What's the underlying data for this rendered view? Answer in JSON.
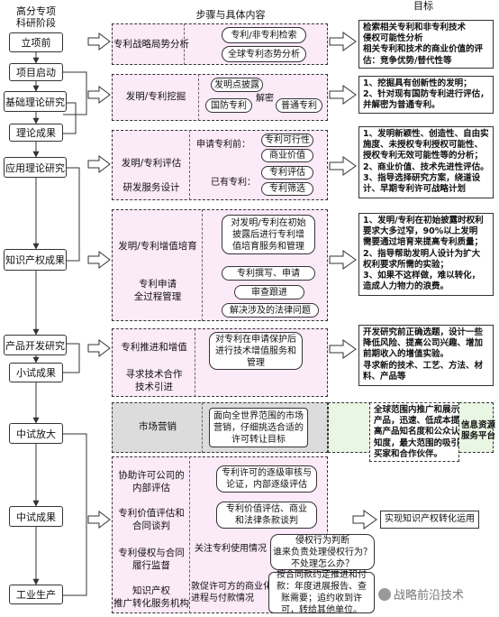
{
  "headers": {
    "stage": [
      "高分专项",
      "科研阶段"
    ],
    "steps": "步骤与具体内容",
    "goal": "目标"
  },
  "stages": [
    "立项前",
    "项目启动",
    "基础理论研究",
    "理论成果",
    "应用理论研究",
    "知识产权成果",
    "产品开发研究",
    "小试成果",
    "中试放大",
    "中试成果",
    "工业生产"
  ],
  "band1": {
    "title": "专利战略局势分析",
    "items": [
      "专利/非专利检索",
      "全球专利态势分析"
    ]
  },
  "band2": {
    "title": "发明/专利挖掘",
    "items": [
      "发明点披露",
      "国防专利",
      "解密",
      "普通专利"
    ]
  },
  "band3": {
    "titles": [
      "发明/专利评估",
      "研发服务设计"
    ],
    "apply_before": "申请专利前：",
    "before_items": [
      "专利可行性",
      "商业价值"
    ],
    "apply_after": "已有专利：",
    "after_items": [
      "专利评估",
      "专利筛选"
    ]
  },
  "band4": {
    "titles": [
      "发明/专利增值培育",
      "专利申请",
      "全过程管理"
    ],
    "item1": [
      "对发明/专利在初始",
      "披露后进行专利增",
      "值培育服务和管理"
    ],
    "items": [
      "专利撰写、申请",
      "审查跟进",
      "解决涉及的法律问题"
    ]
  },
  "band5": {
    "titles": [
      "专利推进和增值",
      "寻求技术合作",
      "技术引进"
    ],
    "item": [
      "对专利在申请保护后",
      "进行技术增值服务和",
      "管理"
    ]
  },
  "band6": {
    "title": "市场营销",
    "item": [
      "面向全世界范围的市场",
      "营销，仔细挑选合适的",
      "许可转让目标"
    ]
  },
  "band7": {
    "titles": [
      [
        "协助许可公司的",
        "内部评估"
      ],
      [
        "专利价值评估和",
        "合同谈判"
      ],
      [
        "专利侵权与合同",
        "履行监督"
      ],
      [
        "知识产权",
        "推广转化服务机构"
      ]
    ],
    "items": [
      [
        "专利许可的逐级审核与",
        "论证，内部逐级评估"
      ],
      [
        "专利价值评估、商业",
        "和法律条款谈判"
      ]
    ],
    "infringe_label": "关注专利使用情况",
    "infringe_box": [
      "侵权行为判断",
      "谁来负责处理侵权行为？",
      "不处理怎么办？"
    ],
    "pay_label": [
      "敦促许可方的商业化",
      "进程与付款情况"
    ],
    "pay_box": [
      "按合同款约定推进和付",
      "款：年度进展报告、查",
      "账需要；追约收到许",
      "可，转给其他单位。"
    ]
  },
  "goals": {
    "g1": [
      "检索相关专利和非专利技术",
      "侵权可能性分析",
      "相关专利和技术的商业价值的评",
      "估：竞争优势/替代性等"
    ],
    "g2": [
      "1、挖掘具有创新性的发明；",
      "2、针对现有国防专利进行评估，",
      "并解密为普通专利。"
    ],
    "g3": [
      "1、发明新颖性、创造性、自由实",
      "施度、未授权专利授权可能性、",
      "授权专利无效可能性等的分析；",
      "2、商业价值、技术先进性评估。",
      "3、指导选择研究方案，绕道设",
      "计、早期专利许可战略计划"
    ],
    "g4": [
      "1、发明/专利在初始披露时权利",
      "要求大多过窄，90%以上发明",
      "需要通过培育来提高专利质量；",
      "2、指导帮助发明人设计为扩大",
      "权利要求所需的实验；",
      "3、如果不这样做，难以转化，",
      "造成人力物力的浪费。"
    ],
    "g5": [
      "开发研究前正确选题，设计一些",
      "降低风险、提高公司兴趣、增加",
      "前期收入的增值实验。",
      "寻求新的技术、工艺、方法、材",
      "料、产品等"
    ],
    "g6": [
      "全球范围内推广和展示",
      "产品，迅速、低成本提",
      "高产品知名度和公众认",
      "知度，最大范围的吸引",
      "买家和合作伙伴。"
    ],
    "g6b": [
      "信息资源",
      "服务平台"
    ],
    "g7": "实现知识产权转化运用"
  },
  "watermark": "战略前沿技术"
}
